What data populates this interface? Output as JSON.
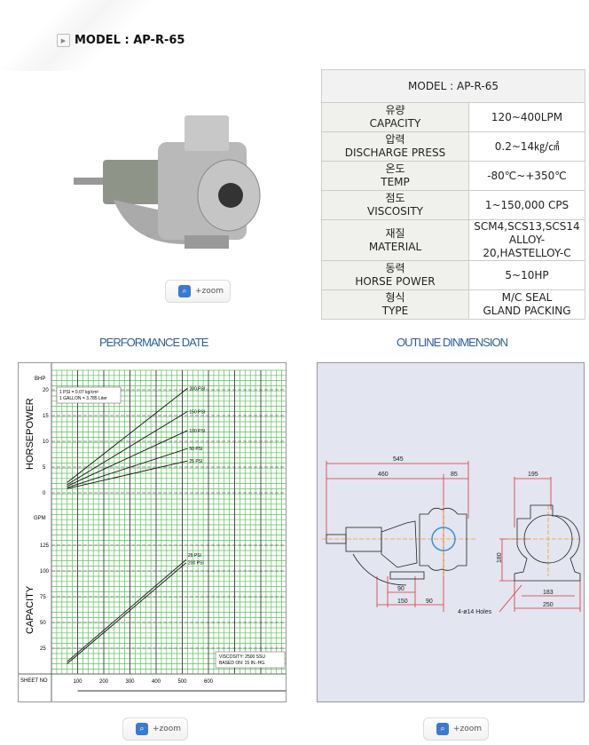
{
  "header": {
    "title": "MODEL : AP-R-65"
  },
  "zoom_label": "+zoom",
  "spec": {
    "model": "MODEL : AP-R-65",
    "rows": [
      {
        "ko": "유량",
        "en": "CAPACITY",
        "value": "120~400LPM"
      },
      {
        "ko": "압력",
        "en": "DISCHARGE PRESS",
        "value": "0.2~14㎏/㎠"
      },
      {
        "ko": "온도",
        "en": "TEMP",
        "value": "-80℃~+350℃"
      },
      {
        "ko": "점도",
        "en": "VISCOSITY",
        "value": "1~150,000 CPS"
      },
      {
        "ko": "재질",
        "en": "MATERIAL",
        "value": "SCM4,SCS13,SCS14 ALLOY-20,HASTELLOY-C"
      },
      {
        "ko": "동력",
        "en": "HORSE POWER",
        "value": "5~10HP"
      },
      {
        "ko": "형식",
        "en": "TYPE",
        "value": "M/C SEAL GLAND PACKING"
      }
    ]
  },
  "sections": {
    "performance": "PERFORMANCE DATE",
    "outline": "OUTLINE DINMENSION"
  },
  "chart_data": {
    "type": "line",
    "notes": [
      "1 PSI = 0.07 kg/cm²",
      "1 GALLON = 3.785 Liter"
    ],
    "footnotes": [
      "VISCOSITY: 2500 SSU",
      "BASED ON: 15 IN.-HG."
    ],
    "xlabel": "SHEET NO",
    "x_ticks": [
      100,
      200,
      300,
      400,
      500,
      600
    ],
    "xlim": [
      0,
      900
    ],
    "hp": {
      "ylabel": "HORSEPOWER",
      "unit": "BHP",
      "y_ticks": [
        0,
        5,
        10,
        15,
        20
      ],
      "ylim": [
        0,
        22
      ],
      "series": [
        {
          "name": "200 PSI",
          "x": [
            60,
            520
          ],
          "y": [
            2.0,
            20.3
          ]
        },
        {
          "name": "150 PSI",
          "x": [
            60,
            520
          ],
          "y": [
            1.6,
            15.8
          ]
        },
        {
          "name": "100 PSI",
          "x": [
            60,
            520
          ],
          "y": [
            1.3,
            12.1
          ]
        },
        {
          "name": "50 PSI",
          "x": [
            60,
            520
          ],
          "y": [
            1.0,
            8.6
          ]
        },
        {
          "name": "25 PSI",
          "x": [
            60,
            520
          ],
          "y": [
            0.8,
            6.2
          ]
        }
      ]
    },
    "capacity": {
      "ylabel": "CAPACITY",
      "unit": "GPM",
      "y_ticks": [
        25,
        50,
        75,
        100,
        125
      ],
      "ylim": [
        0,
        140
      ],
      "series": [
        {
          "name": "25 PSI",
          "x": [
            60,
            515
          ],
          "y": [
            12,
            111
          ]
        },
        {
          "name": "200 PSI",
          "x": [
            60,
            515
          ],
          "y": [
            10,
            108
          ]
        }
      ]
    }
  },
  "outline": {
    "dims": [
      "545",
      "460",
      "85",
      "195",
      "180",
      "90",
      "150",
      "90",
      "183",
      "250"
    ],
    "holes": "4-ø14 Holes"
  }
}
